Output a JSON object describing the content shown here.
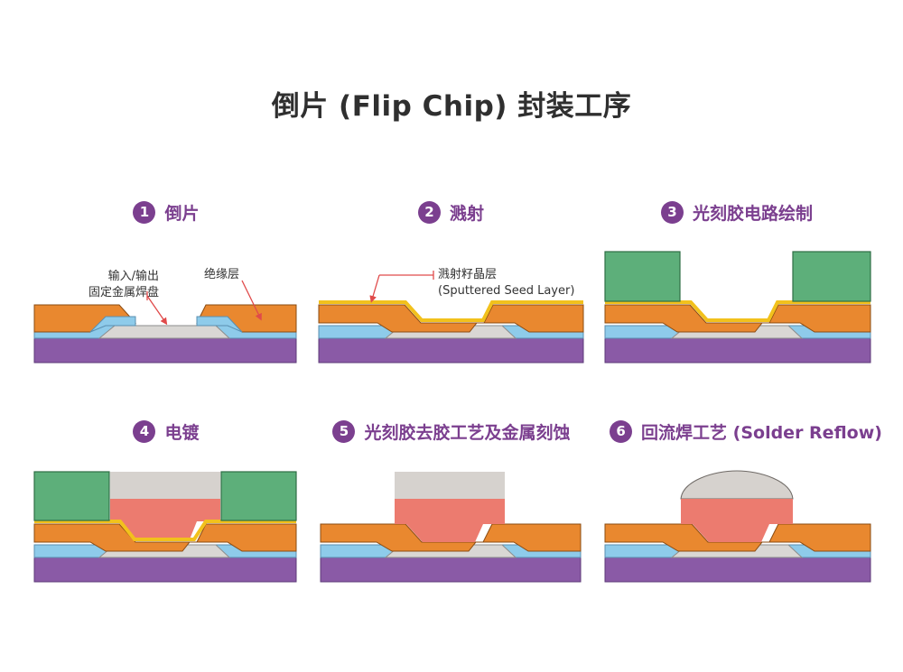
{
  "title": "倒片 (Flip Chip) 封装工序",
  "steps": [
    {
      "num": "1",
      "label": "倒片"
    },
    {
      "num": "2",
      "label": "溅射"
    },
    {
      "num": "3",
      "label": "光刻胶电路绘制"
    },
    {
      "num": "4",
      "label": "电镀"
    },
    {
      "num": "5",
      "label": "光刻胶去胶工艺及金属刻蚀"
    },
    {
      "num": "6",
      "label": "回流焊工艺 (Solder Reflow)"
    }
  ],
  "annotations": {
    "io_pad_line1": "输入/输出",
    "io_pad_line2": "固定金属焊盘",
    "insulation": "绝缘层",
    "seed_line1": "溅射籽晶层",
    "seed_line2": "(Sputtered Seed Layer)"
  },
  "colors": {
    "accent_purple": "#7b3f8f",
    "substrate": "#8a5aa6",
    "blue_layer": "#8ecbea",
    "pad_gray": "#d9d7d4",
    "insulator_orange": "#e9882f",
    "seed_yellow": "#f2c11c",
    "photoresist_green": "#5daf7a",
    "solder_red": "#ec7b6f",
    "cap_gray": "#d6d2ce",
    "annotation_red": "#e04a4a"
  }
}
